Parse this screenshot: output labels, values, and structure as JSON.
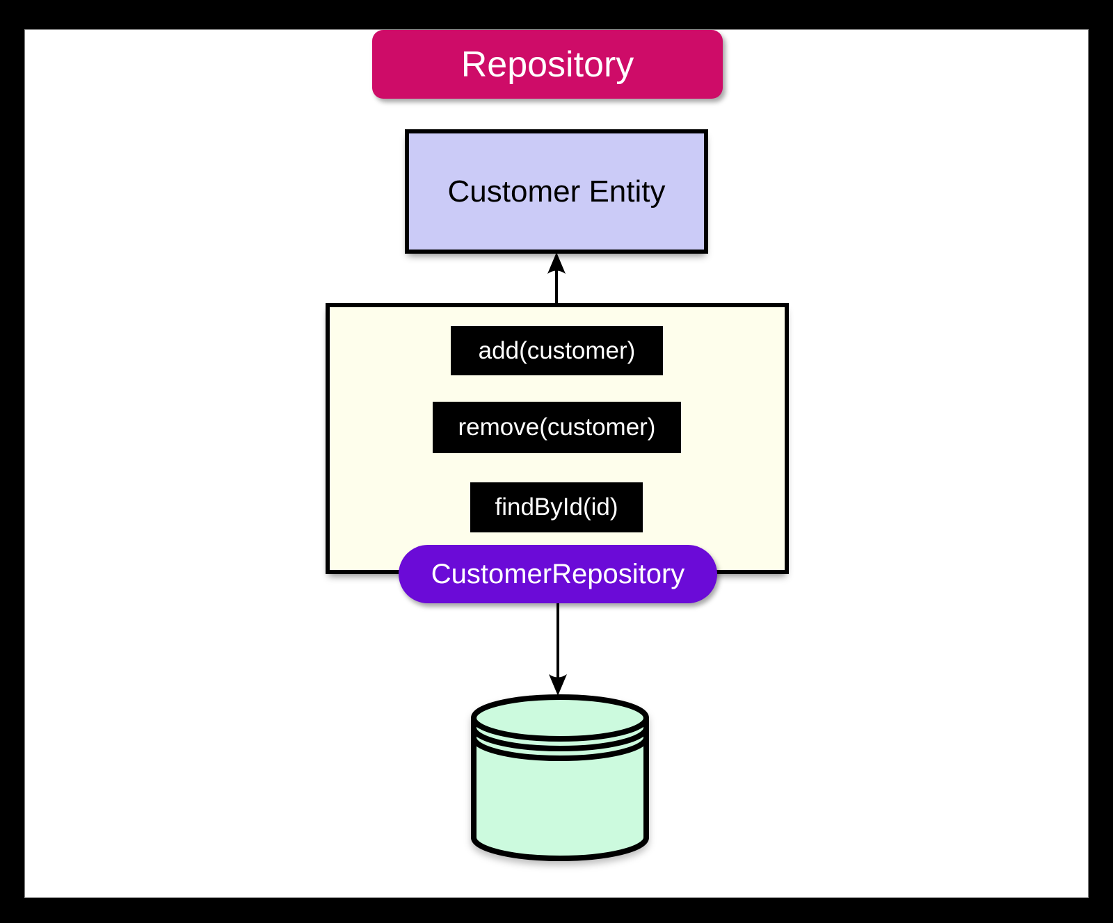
{
  "canvas": {
    "frame_color": "#000000",
    "background": "#ffffff"
  },
  "title_badge": {
    "label": "Repository",
    "bg_color": "#ce0c68",
    "text_color": "#ffffff"
  },
  "entity_box": {
    "label": "Customer Entity",
    "bg_color": "#cbcbf7",
    "text_color": "#000000"
  },
  "repository_box": {
    "bg_color": "#fefeec",
    "border_color": "#000000",
    "methods": [
      "add(customer)",
      "remove(customer)",
      "findById(id)"
    ],
    "method_bg_color": "#000000",
    "method_text_color": "#ffffff",
    "badge": {
      "label": "CustomerRepository",
      "bg_color": "#6b0bd7",
      "text_color": "#ffffff"
    }
  },
  "database": {
    "icon": "database-cylinder-icon",
    "fill_color": "#ccfade",
    "outline_color": "#000000"
  },
  "arrows": {
    "color": "#000000",
    "up_arrow": "repository box to Customer Entity",
    "down_arrow": "CustomerRepository to database"
  }
}
